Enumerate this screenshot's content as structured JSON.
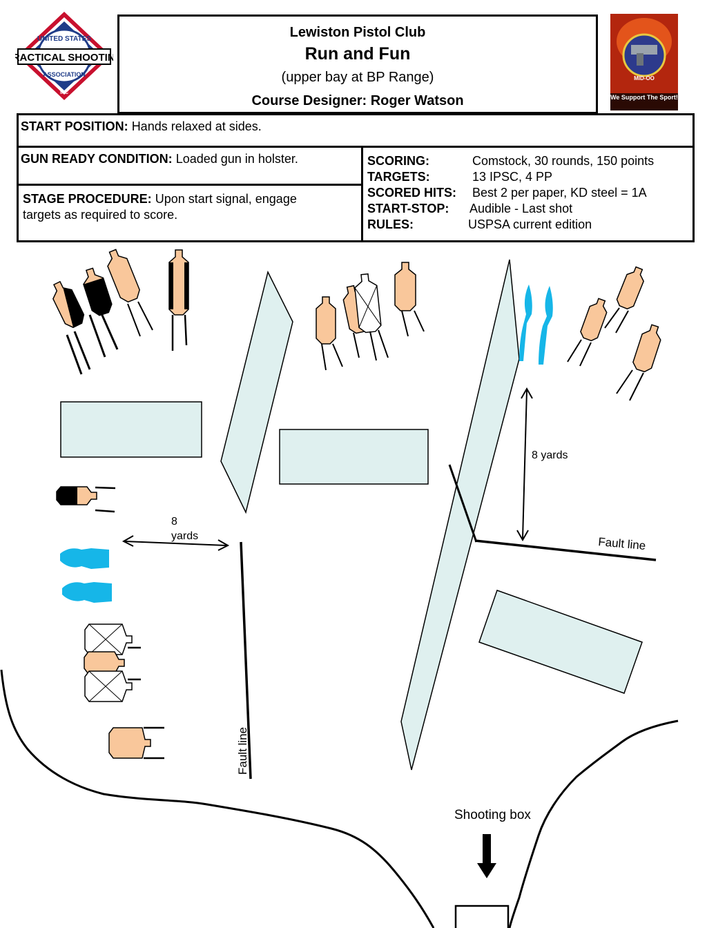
{
  "header": {
    "club": "Lewiston Pistol Club",
    "stage_name": "Run and Fun",
    "location": "(upper bay at BP Range)",
    "designer": "Course Designer: Roger Watson"
  },
  "logos": {
    "left_text": "UNITED STATES PRACTICAL SHOOTING ASSOCIATION INC",
    "right_text": "MID-OO We Support The Sport!"
  },
  "start_position": {
    "label": "START POSITION:",
    "value": "Hands relaxed at sides."
  },
  "gun_ready": {
    "label": "GUN READY CONDITION:",
    "value": "Loaded gun in holster."
  },
  "procedure": {
    "label": "STAGE PROCEDURE:",
    "value_line1": "Upon start signal, engage",
    "value_line2": "targets as required to score."
  },
  "scoring": [
    {
      "label": "SCORING:",
      "value": "Comstock, 30 rounds, 150 points"
    },
    {
      "label": "TARGETS:",
      "value": "13 IPSC, 4 PP"
    },
    {
      "label": "SCORED HITS:",
      "value": "Best 2 per paper, KD steel = 1A"
    },
    {
      "label": "START-STOP:",
      "value": "Audible - Last shot"
    },
    {
      "label": "RULES:",
      "value": "USPSA current edition"
    }
  ],
  "diagram": {
    "label_8yards_right": "8 yards",
    "label_8yards_left_1": "8",
    "label_8yards_left_2": "yards",
    "label_fault_line_right": "Fault line",
    "label_fault_line_left": "Fault line",
    "label_shooting_box": "Shooting box"
  },
  "colors": {
    "target_tan": "#f9c79b",
    "steel_blue": "#16b6e8",
    "barricade": "#dff0ef"
  }
}
